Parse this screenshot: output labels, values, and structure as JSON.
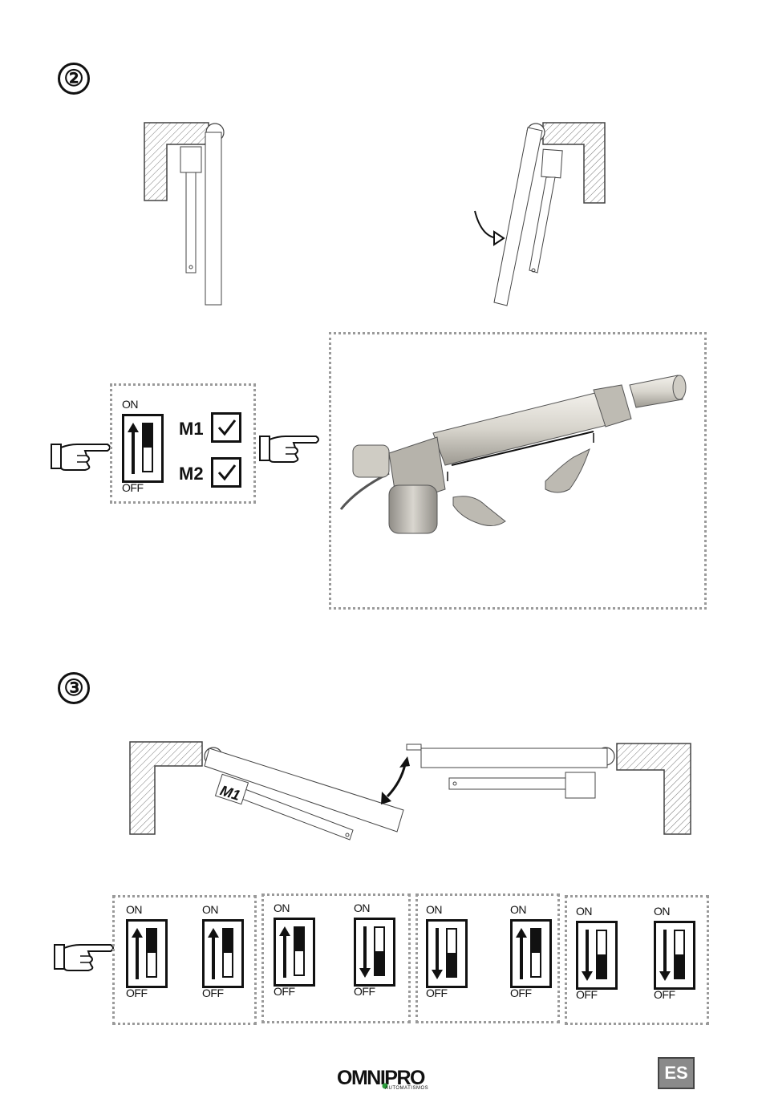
{
  "steps": {
    "step2": "②",
    "step3": "③"
  },
  "switch_labels": {
    "on": "ON",
    "off": "OFF"
  },
  "motors": {
    "m1": "M1",
    "m2": "M2",
    "check": "✓"
  },
  "gate_label": "M1",
  "switch_sequence": [
    {
      "group": 1,
      "a": "up",
      "b": "up"
    },
    {
      "group": 2,
      "a": "up",
      "b": "down"
    },
    {
      "group": 3,
      "a": "down",
      "b": "up"
    },
    {
      "group": 4,
      "a": "down",
      "b": "down"
    }
  ],
  "footer": {
    "brand": "OMNIPRO",
    "brand_sub": "AUTOMATISMOS",
    "lang": "ES"
  },
  "colors": {
    "ink": "#111111",
    "dotted_border": "#9a9a9a",
    "badge": "#8a8a8a",
    "logo_dot": "#2a9d3a"
  }
}
